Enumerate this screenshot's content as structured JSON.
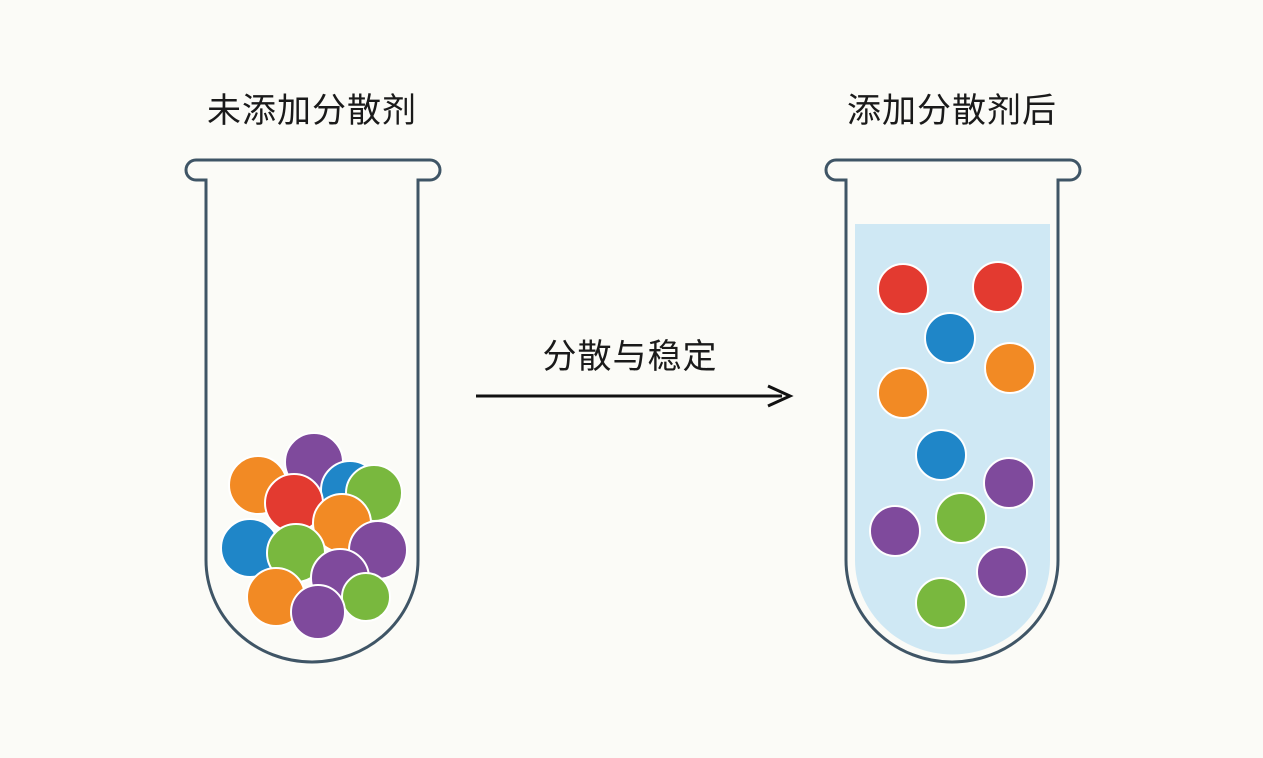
{
  "labels": {
    "left_tube": "未添加分散剂",
    "right_tube": "添加分散剂后",
    "process": "分散与稳定"
  },
  "colors": {
    "tube_outline": "#3f5566",
    "liquid": "#cfe8f4",
    "arrow": "#111111",
    "red": "#e33a30",
    "orange": "#f28a24",
    "blue": "#1f86c8",
    "green": "#79b83e",
    "purple": "#7f4a9c"
  },
  "left_particles": [
    "orange",
    "purple",
    "blue",
    "green",
    "red",
    "blue",
    "orange",
    "purple",
    "green",
    "purple",
    "orange",
    "green",
    "purple"
  ],
  "right_particles": [
    "red",
    "red",
    "blue",
    "orange",
    "orange",
    "blue",
    "purple",
    "purple",
    "green",
    "purple",
    "green"
  ]
}
